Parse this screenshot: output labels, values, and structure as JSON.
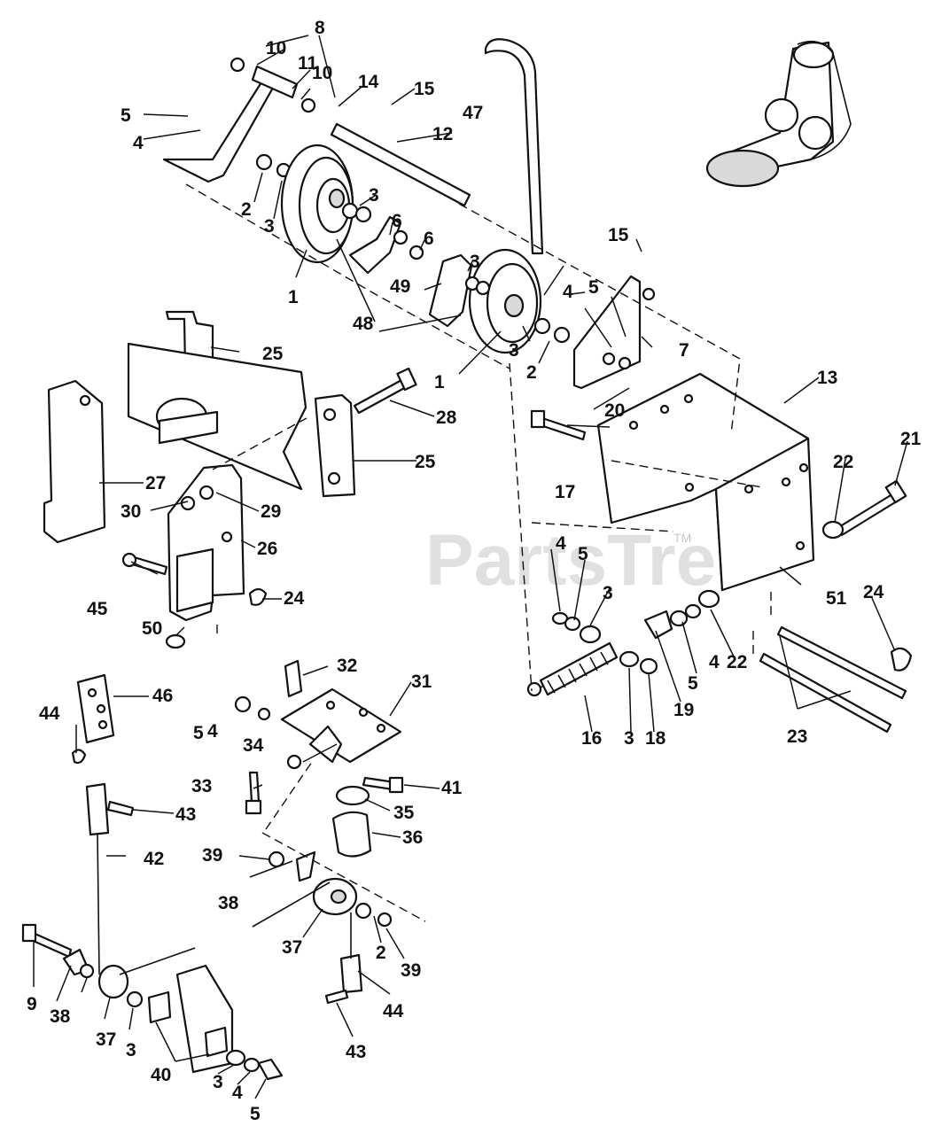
{
  "watermark": {
    "text": "PartsTree",
    "mark": "TM"
  },
  "callouts": [
    "1",
    "1",
    "2",
    "2",
    "2",
    "3",
    "3",
    "3",
    "3",
    "3",
    "3",
    "3",
    "3",
    "4",
    "4",
    "4",
    "4",
    "4",
    "4",
    "5",
    "5",
    "5",
    "5",
    "5",
    "5",
    "6",
    "6",
    "7",
    "8",
    "9",
    "10",
    "10",
    "11",
    "12",
    "13",
    "14",
    "15",
    "15",
    "16",
    "17",
    "18",
    "19",
    "20",
    "21",
    "22",
    "22",
    "23",
    "24",
    "24",
    "25",
    "25",
    "26",
    "27",
    "28",
    "29",
    "30",
    "31",
    "32",
    "33",
    "34",
    "35",
    "36",
    "37",
    "37",
    "38",
    "38",
    "39",
    "39",
    "40",
    "41",
    "42",
    "43",
    "43",
    "44",
    "44",
    "45",
    "46",
    "47",
    "48",
    "49",
    "50",
    "51"
  ]
}
